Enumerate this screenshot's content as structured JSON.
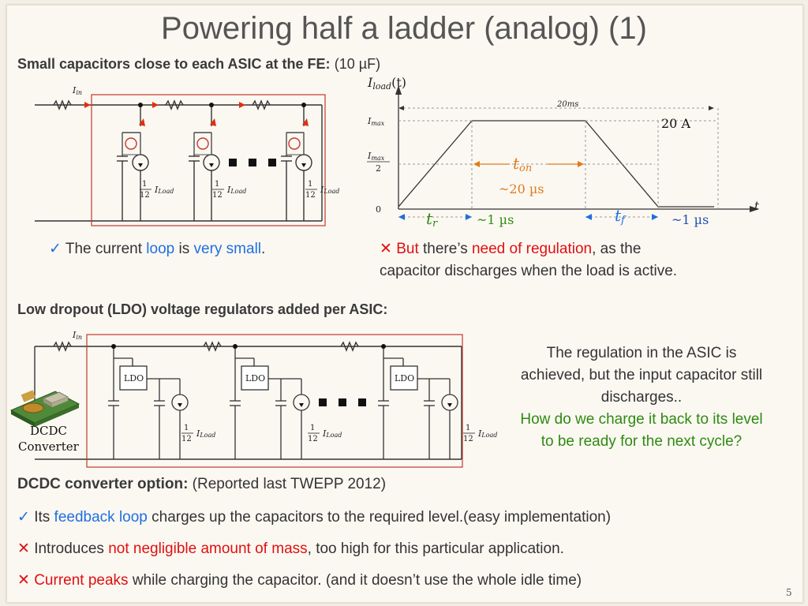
{
  "title": "Powering half a ladder (analog)    (1)",
  "section1": {
    "heading": "Small capacitors close to each ASIC at the FE:",
    "note": "(10 µF)"
  },
  "circuit1": {
    "i_in": "I",
    "i_in_sub": "in",
    "load_num": "1",
    "load_den": "12",
    "load_i": "I",
    "load_sub": "Load"
  },
  "graph": {
    "ylabel": "I",
    "ylabel_sub": "load",
    "ylabel_arg": "(t)",
    "imax": "I",
    "imax_sub": "max",
    "half": "2",
    "zero": "0",
    "tlabel": "t",
    "period": "20ms",
    "peak": "20 A",
    "ton": "t",
    "ton_sub": "on",
    "ton_value": "~20 µs",
    "tr": "t",
    "tr_sub": "r",
    "tr_value": "~1 µs",
    "tf": "t",
    "tf_sub": "f",
    "tf_value": "~1 µs"
  },
  "point1": {
    "mark": "✓",
    "a": "The current ",
    "b": "loop",
    "c": " is ",
    "d": "very small",
    "e": "."
  },
  "point2": {
    "mark": "✕",
    "a": "But",
    "b": " there’s ",
    "c": "need of regulation",
    "d": ", as the",
    "line2": "capacitor discharges when the load is active."
  },
  "section2": {
    "heading": "Low dropout (LDO) voltage regulators added per ASIC:"
  },
  "circuit2": {
    "ldo": "LDO",
    "dcdc1": "DCDC",
    "dcdc2": "Converter"
  },
  "regulation": {
    "l1": "The regulation in the ASIC is",
    "l2": "achieved, but the input capacitor still",
    "l3": "discharges..",
    "q1": "How do we charge it back to its level",
    "q2": "to be ready for the next cycle?"
  },
  "section3": {
    "heading": "DCDC converter option:",
    "note": " (Reported last TWEPP 2012)"
  },
  "bullet1": {
    "mark": "✓",
    "a": " Its ",
    "b": "feedback loop",
    "c": " charges up the capacitors to the required level.(easy implementation)"
  },
  "bullet2": {
    "mark": "✕",
    "a": " Introduces ",
    "b": "not negligible amount of mass",
    "c": ", too high for this particular application."
  },
  "bullet3": {
    "mark": "✕",
    "b": " Current peaks",
    "c": " while charging the capacitor. (and it doesn’t use the whole idle time)"
  },
  "page_number": "5",
  "colors": {
    "accent_red": "#e01010",
    "accent_blue": "#1f6fe0",
    "accent_green": "#2f8a12",
    "orange": "#e07a1a"
  }
}
